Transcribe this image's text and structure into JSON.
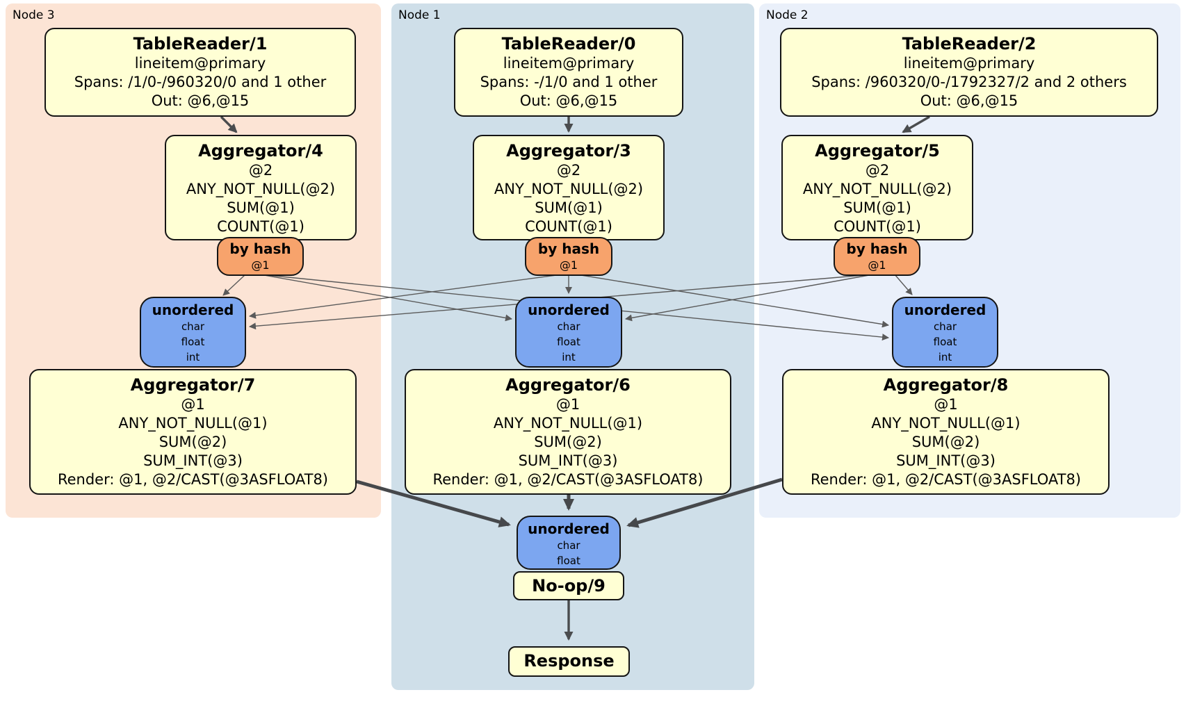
{
  "panels": [
    {
      "label": "Node 3"
    },
    {
      "label": "Node 1"
    },
    {
      "label": "Node 2"
    }
  ],
  "boxes": {
    "tr1": {
      "title": "TableReader/1",
      "lines": [
        "lineitem@primary",
        "Spans: /1/0-/960320/0 and 1 other",
        "Out: @6,@15"
      ]
    },
    "tr0": {
      "title": "TableReader/0",
      "lines": [
        "lineitem@primary",
        "Spans: -/1/0 and 1 other",
        "Out: @6,@15"
      ]
    },
    "tr2": {
      "title": "TableReader/2",
      "lines": [
        "lineitem@primary",
        "Spans: /960320/0-/1792327/2 and 2 others",
        "Out: @6,@15"
      ]
    },
    "agg4": {
      "title": "Aggregator/4",
      "lines": [
        "@2",
        "ANY_NOT_NULL(@2)",
        "SUM(@1)",
        "COUNT(@1)"
      ]
    },
    "agg3": {
      "title": "Aggregator/3",
      "lines": [
        "@2",
        "ANY_NOT_NULL(@2)",
        "SUM(@1)",
        "COUNT(@1)"
      ]
    },
    "agg5": {
      "title": "Aggregator/5",
      "lines": [
        "@2",
        "ANY_NOT_NULL(@2)",
        "SUM(@1)",
        "COUNT(@1)"
      ]
    },
    "hash1": {
      "title": "by hash",
      "lines": [
        "@1"
      ]
    },
    "hash2": {
      "title": "by hash",
      "lines": [
        "@1"
      ]
    },
    "hash3": {
      "title": "by hash",
      "lines": [
        "@1"
      ]
    },
    "sync1": {
      "title": "unordered",
      "lines": [
        "char",
        "float",
        "int"
      ]
    },
    "sync2": {
      "title": "unordered",
      "lines": [
        "char",
        "float",
        "int"
      ]
    },
    "sync3": {
      "title": "unordered",
      "lines": [
        "char",
        "float",
        "int"
      ]
    },
    "agg7": {
      "title": "Aggregator/7",
      "lines": [
        "@1",
        "ANY_NOT_NULL(@1)",
        "SUM(@2)",
        "SUM_INT(@3)",
        "Render: @1, @2/CAST(@3ASFLOAT8)"
      ]
    },
    "agg6": {
      "title": "Aggregator/6",
      "lines": [
        "@1",
        "ANY_NOT_NULL(@1)",
        "SUM(@2)",
        "SUM_INT(@3)",
        "Render: @1, @2/CAST(@3ASFLOAT8)"
      ]
    },
    "agg8": {
      "title": "Aggregator/8",
      "lines": [
        "@1",
        "ANY_NOT_NULL(@1)",
        "SUM(@2)",
        "SUM_INT(@3)",
        "Render: @1, @2/CAST(@3ASFLOAT8)"
      ]
    },
    "syncf": {
      "title": "unordered",
      "lines": [
        "char",
        "float"
      ]
    },
    "noop": {
      "title": "No-op/9"
    },
    "resp": {
      "title": "Response"
    }
  },
  "colors": {
    "node3_bg": "#fce4d5",
    "node1_bg": "#cfdfe9",
    "node2_bg": "#eaf0fa",
    "processor_bg": "#ffffd4",
    "router_bg": "#f7a36c",
    "sync_bg": "#7ca6f0",
    "edge": "#4a4c4e"
  }
}
